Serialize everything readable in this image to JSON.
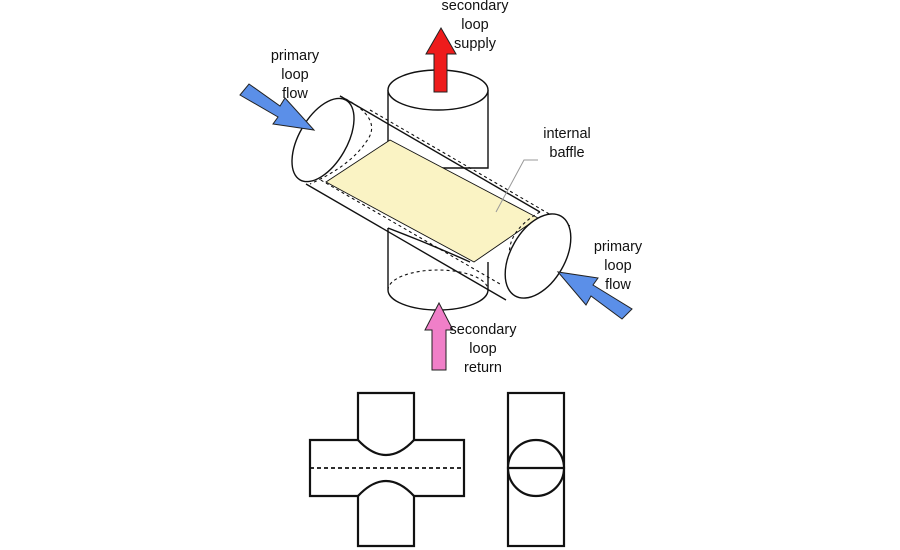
{
  "labels": {
    "secondary_supply": [
      "secondary",
      "loop",
      "supply"
    ],
    "secondary_return": [
      "secondary",
      "loop",
      "return"
    ],
    "primary_left": [
      "primary",
      "loop",
      "flow"
    ],
    "primary_right": [
      "primary",
      "loop",
      "flow"
    ],
    "baffle": [
      "internal",
      "baffle"
    ]
  },
  "colors": {
    "supply_arrow": "#ee1c1c",
    "return_arrow": "#f07fc8",
    "primary_arrow": "#5b8fe8",
    "baffle_fill": "#faf3c4"
  }
}
